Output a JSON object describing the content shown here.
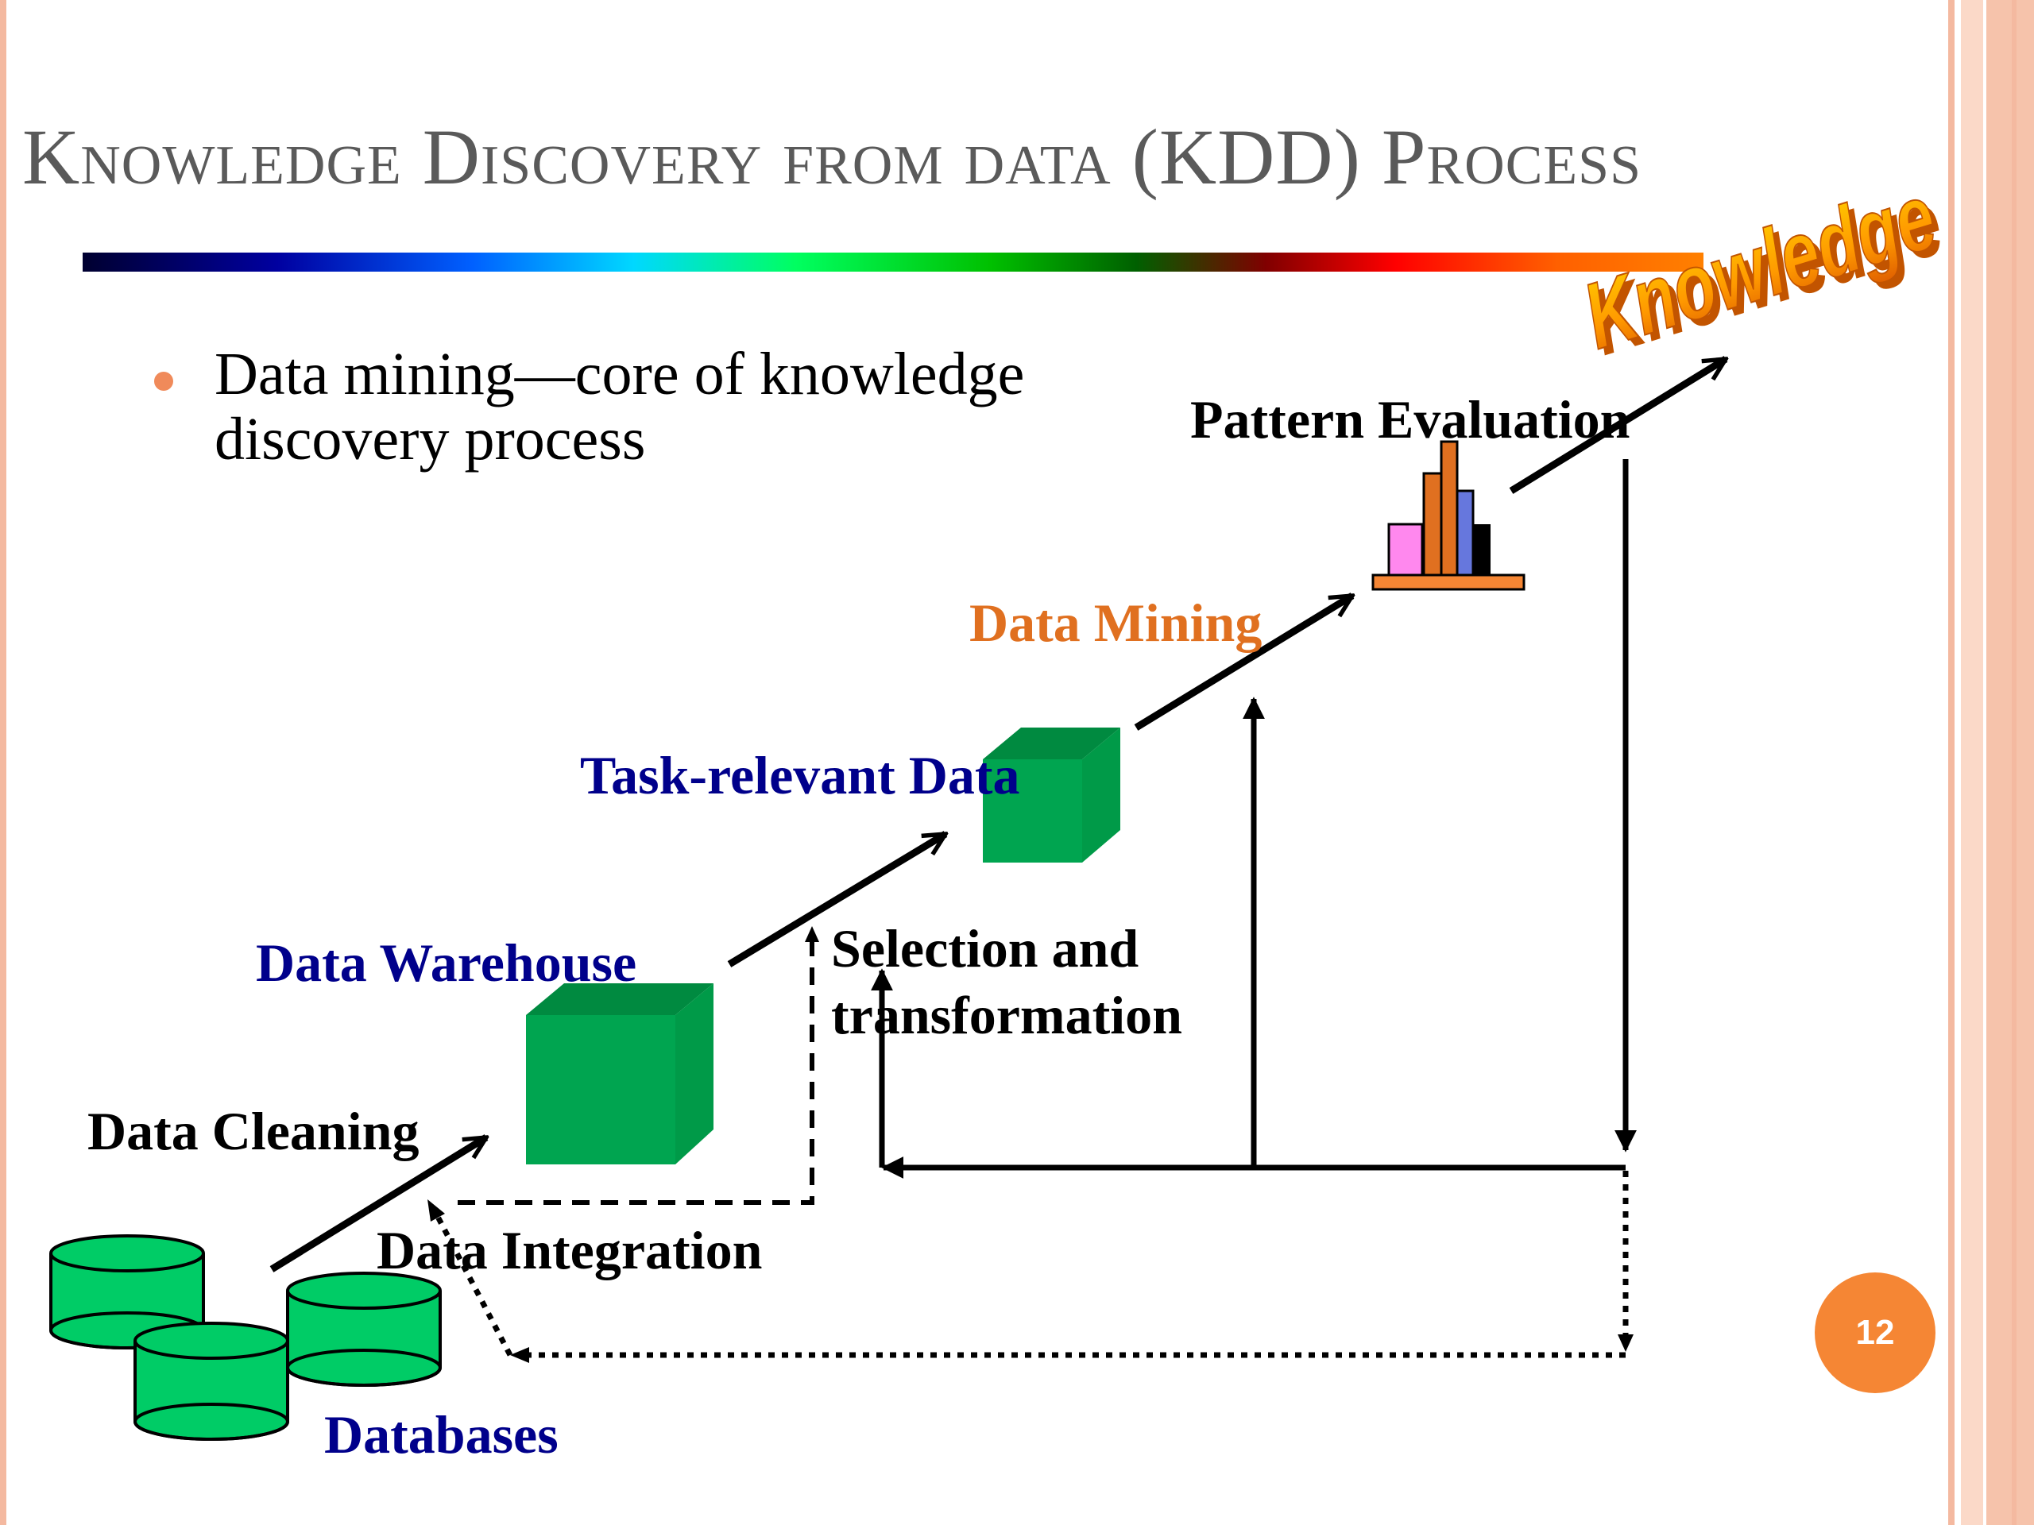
{
  "slide": {
    "title": "Knowledge Discovery from data (KDD) Process",
    "bullet": "Data mining—core of knowledge discovery process",
    "page_number": "12"
  },
  "knowledge_label": "Knowledge",
  "labels": {
    "pattern_evaluation": "Pattern Evaluation",
    "data_mining": "Data Mining",
    "task_relevant": "Task-relevant Data",
    "data_warehouse": "Data Warehouse",
    "selection": "Selection and",
    "transformation": "transformation",
    "data_cleaning": "Data Cleaning",
    "data_integration": "Data Integration",
    "databases": "Databases"
  },
  "colors": {
    "title": "#5a5a5a",
    "frame": "#f4b9a0",
    "accent": "#f58634",
    "cube": "#00a550",
    "database": "#00cc66",
    "label_blue": "#00008b",
    "label_orange": "#e07020",
    "knowledge_fill": "#ff9900"
  },
  "icons": [
    "database-icon",
    "cube-icon",
    "bar-chart-icon",
    "arrow-icon"
  ]
}
